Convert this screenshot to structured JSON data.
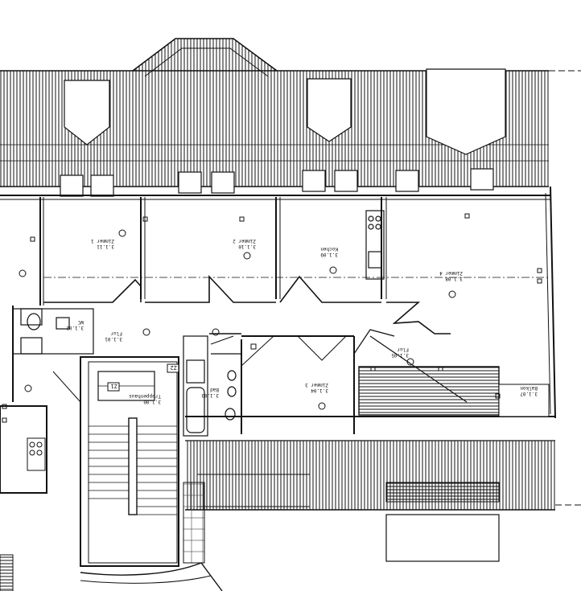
{
  "diagram": {
    "type": "architectural floor plan (attic / roof level)",
    "rooms": [
      {
        "id": "3.1.11",
        "label": "Zimmer 1"
      },
      {
        "id": "3.1.10",
        "label": "Zimmer 2"
      },
      {
        "id": "3.1.09",
        "label": "Kochen"
      },
      {
        "id": "3.1.08",
        "label": "Zimmer 4"
      },
      {
        "id": "3.1.04",
        "label": "Zimmer 3"
      },
      {
        "id": "3.1.03",
        "label": "Bad"
      },
      {
        "id": "3.1.02",
        "label": "WC"
      },
      {
        "id": "3.1.01",
        "label": "Flur"
      },
      {
        "id": "3.1.05",
        "label": "Flur"
      },
      {
        "id": "3.1.00",
        "label": "Treppenhaus"
      },
      {
        "id": "3.1.07",
        "label": "Balkon"
      }
    ],
    "stair_marks": [
      "Z1",
      "Z2"
    ]
  }
}
